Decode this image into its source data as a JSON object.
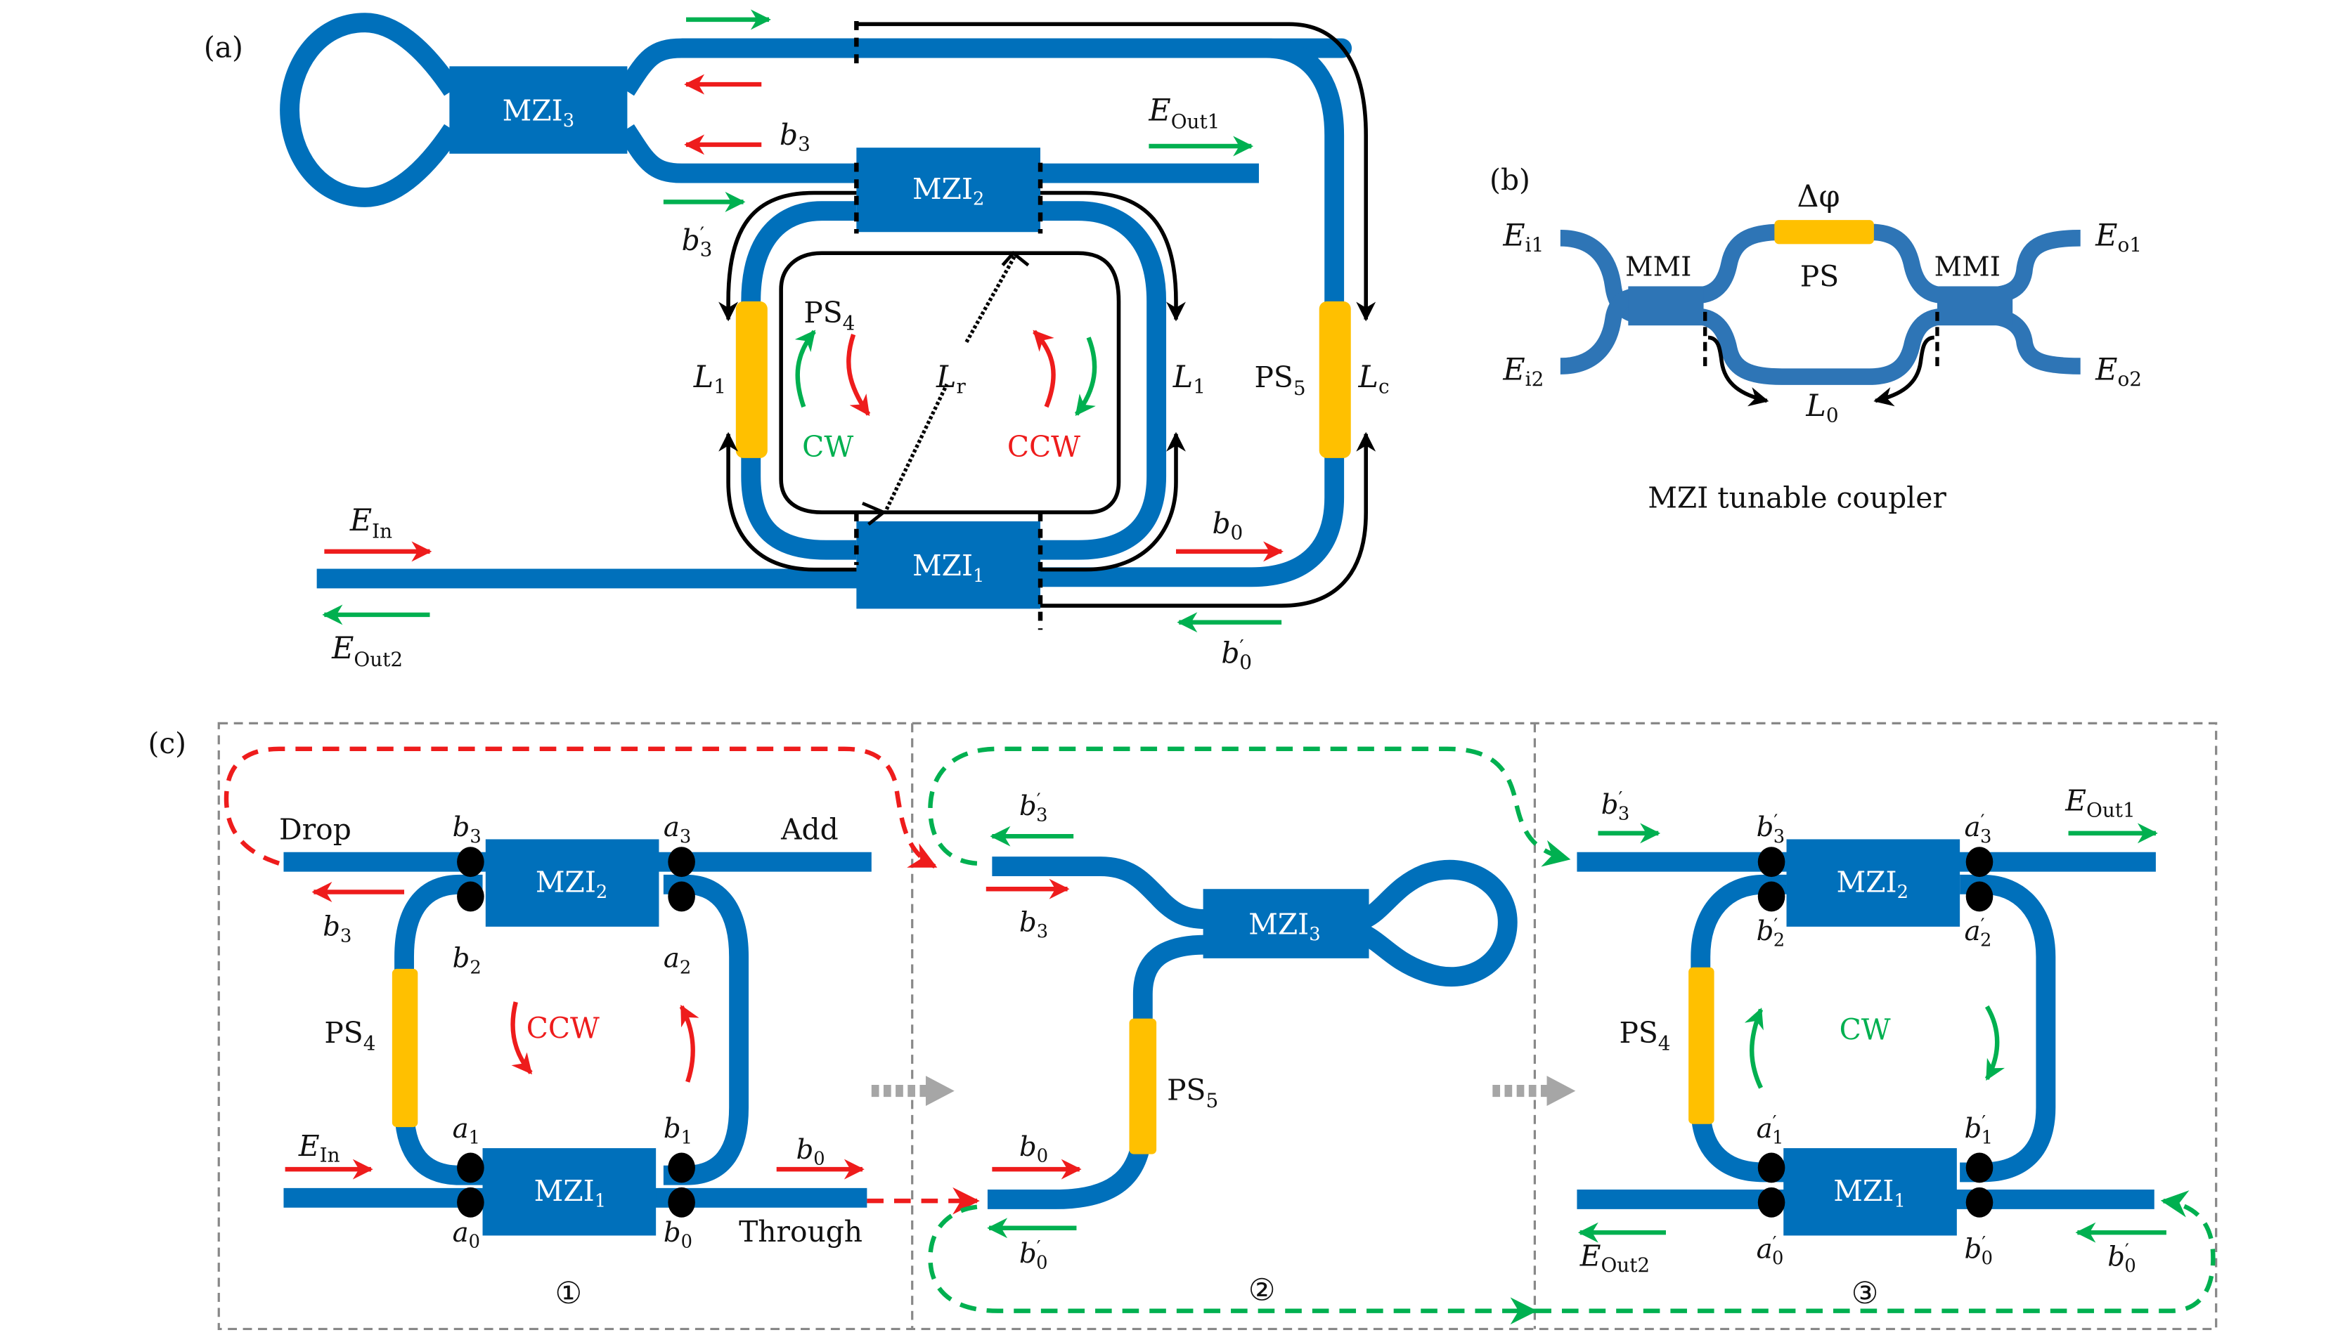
{
  "colors": {
    "waveguide": "#0070bb",
    "waveguide_b": "#2e75b6",
    "phase_shifter": "#ffc000",
    "cw": "#00b050",
    "ccw": "#ee1c1c",
    "path_line": "#000000",
    "stage_arrow": "#a6a6a6",
    "panel_border": "#888888"
  },
  "panel_a": {
    "tag": "(a)",
    "mzi3": {
      "base": "MZI",
      "sub": "3"
    },
    "mzi2": {
      "base": "MZI",
      "sub": "2"
    },
    "mzi1": {
      "base": "MZI",
      "sub": "1"
    },
    "b3": {
      "base": "b",
      "sub": "3",
      "prime": ""
    },
    "b3p": {
      "base": "b",
      "sub": "3",
      "prime": "′"
    },
    "eout1": {
      "base": "E",
      "sub": "Out1"
    },
    "eout2": {
      "base": "E",
      "sub": "Out2"
    },
    "ein": {
      "base": "E",
      "sub": "In"
    },
    "ps4": {
      "base": "PS",
      "sub": "4"
    },
    "ps5": {
      "base": "PS",
      "sub": "5"
    },
    "l1_left": {
      "base": "L",
      "sub": "1"
    },
    "l1_right": {
      "base": "L",
      "sub": "1"
    },
    "lr": {
      "base": "L",
      "sub": "r"
    },
    "lc": {
      "base": "L",
      "sub": "c"
    },
    "cw": "CW",
    "ccw": "CCW",
    "b0": {
      "base": "b",
      "sub": "0",
      "prime": ""
    },
    "b0p": {
      "base": "b",
      "sub": "0",
      "prime": "′"
    }
  },
  "panel_b": {
    "tag": "(b)",
    "ei1": {
      "base": "E",
      "sub": "i1"
    },
    "ei2": {
      "base": "E",
      "sub": "i2"
    },
    "eo1": {
      "base": "E",
      "sub": "o1"
    },
    "eo2": {
      "base": "E",
      "sub": "o2"
    },
    "mmi_left": "MMI",
    "mmi_right": "MMI",
    "delta_phi": "Δφ",
    "ps": "PS",
    "l0": {
      "base": "L",
      "sub": "0"
    },
    "caption": "MZI tunable coupler"
  },
  "panel_c": {
    "tag": "(c)",
    "stage1": {
      "number": "①",
      "drop": "Drop",
      "add": "Add",
      "through": "Through",
      "ccw": "CCW",
      "ps4": {
        "base": "PS",
        "sub": "4"
      },
      "mzi2": {
        "base": "MZI",
        "sub": "2"
      },
      "mzi1": {
        "base": "MZI",
        "sub": "1"
      },
      "ein": {
        "base": "E",
        "sub": "In"
      },
      "ports": {
        "b3": {
          "base": "b",
          "sub": "3"
        },
        "a3": {
          "base": "a",
          "sub": "3"
        },
        "b2": {
          "base": "b",
          "sub": "2"
        },
        "a2": {
          "base": "a",
          "sub": "2"
        },
        "a1": {
          "base": "a",
          "sub": "1"
        },
        "b1": {
          "base": "b",
          "sub": "1"
        },
        "a0": {
          "base": "a",
          "sub": "0"
        },
        "b0": {
          "base": "b",
          "sub": "0"
        }
      },
      "arrow_b3": {
        "base": "b",
        "sub": "3"
      },
      "arrow_b0": {
        "base": "b",
        "sub": "0"
      }
    },
    "stage2": {
      "number": "②",
      "mzi3": {
        "base": "MZI",
        "sub": "3"
      },
      "ps5": {
        "base": "PS",
        "sub": "5"
      },
      "b3p": {
        "base": "b",
        "sub": "3",
        "prime": "′"
      },
      "b3": {
        "base": "b",
        "sub": "3"
      },
      "b0": {
        "base": "b",
        "sub": "0"
      },
      "b0p": {
        "base": "b",
        "sub": "0",
        "prime": "′"
      }
    },
    "stage3": {
      "number": "③",
      "cw": "CW",
      "ps4": {
        "base": "PS",
        "sub": "4"
      },
      "mzi2": {
        "base": "MZI",
        "sub": "2"
      },
      "mzi1": {
        "base": "MZI",
        "sub": "1"
      },
      "eout1": {
        "base": "E",
        "sub": "Out1"
      },
      "eout2": {
        "base": "E",
        "sub": "Out2"
      },
      "b3p_in": {
        "base": "b",
        "sub": "3",
        "prime": "′"
      },
      "b0p_in": {
        "base": "b",
        "sub": "0",
        "prime": "′"
      },
      "ports": {
        "b3": {
          "base": "b",
          "sub": "3",
          "prime": "′"
        },
        "a3": {
          "base": "a",
          "sub": "3",
          "prime": "′"
        },
        "b2": {
          "base": "b",
          "sub": "2",
          "prime": "′"
        },
        "a2": {
          "base": "a",
          "sub": "2",
          "prime": "′"
        },
        "a1": {
          "base": "a",
          "sub": "1",
          "prime": "′"
        },
        "b1": {
          "base": "b",
          "sub": "1",
          "prime": "′"
        },
        "a0": {
          "base": "a",
          "sub": "0",
          "prime": "′"
        },
        "b0": {
          "base": "b",
          "sub": "0",
          "prime": "′"
        }
      }
    }
  }
}
